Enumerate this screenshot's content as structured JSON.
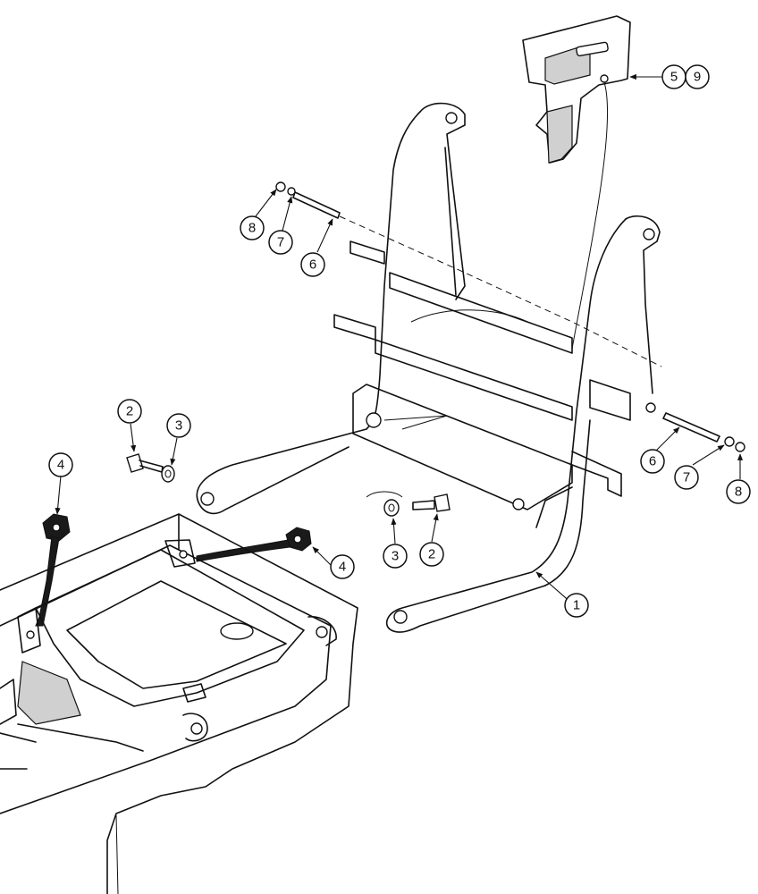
{
  "callouts": [
    {
      "label": "1"
    },
    {
      "label": "2"
    },
    {
      "label": "3"
    },
    {
      "label": "4"
    },
    {
      "label": "2"
    },
    {
      "label": "3"
    },
    {
      "label": "4"
    },
    {
      "label": "5"
    },
    {
      "label": "9"
    },
    {
      "label": "6"
    },
    {
      "label": "7"
    },
    {
      "label": "8"
    },
    {
      "label": "6"
    },
    {
      "label": "7"
    },
    {
      "label": "8"
    }
  ],
  "parts": {
    "frame": "1",
    "bolt": "2",
    "washer": "3",
    "nut": "4",
    "weight": "5",
    "rod": "6",
    "lock_washer": "7",
    "rod_nut": "8",
    "weight_alt": "9"
  }
}
